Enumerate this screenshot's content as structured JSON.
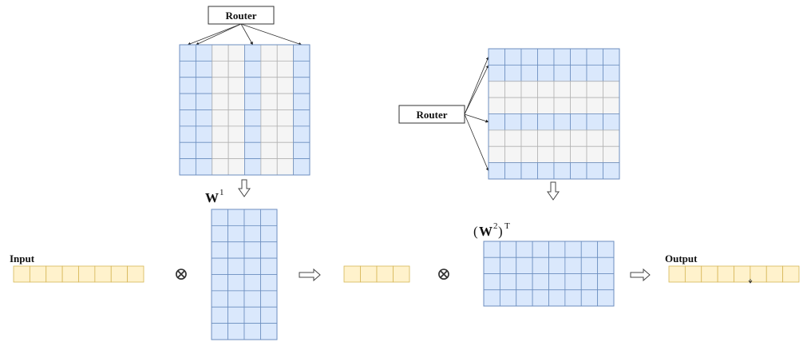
{
  "colors": {
    "blue": "#dae8fc",
    "gray": "#f5f5f5",
    "yellow": "#fff2cc",
    "yellow_border": "#d6b656",
    "cell_border": "#6c8ebf",
    "gray_border": "#b3b3b3",
    "box_border": "#333333"
  },
  "labels": {
    "router_left": "Router",
    "router_right": "Router",
    "w1_base": "W",
    "w1_sup": "1",
    "w2_open": "(",
    "w2_base": "W",
    "w2_sup": "2",
    "w2_close": ")",
    "w2_t": "T",
    "input": "Input",
    "output": "Output",
    "op1": "⊗",
    "op2": "⊗"
  },
  "matrices": {
    "router_w1": {
      "rows": 8,
      "cols": 8,
      "highlight_cols": [
        0,
        1,
        4,
        7
      ]
    },
    "router_w2": {
      "rows": 8,
      "cols": 8,
      "highlight_rows": [
        0,
        1,
        4,
        7
      ]
    },
    "w1": {
      "rows": 8,
      "cols": 4
    },
    "w2t": {
      "rows": 4,
      "cols": 8
    },
    "input": {
      "cells": 8
    },
    "mid": {
      "cells": 4
    },
    "output": {
      "cells": 8
    }
  }
}
